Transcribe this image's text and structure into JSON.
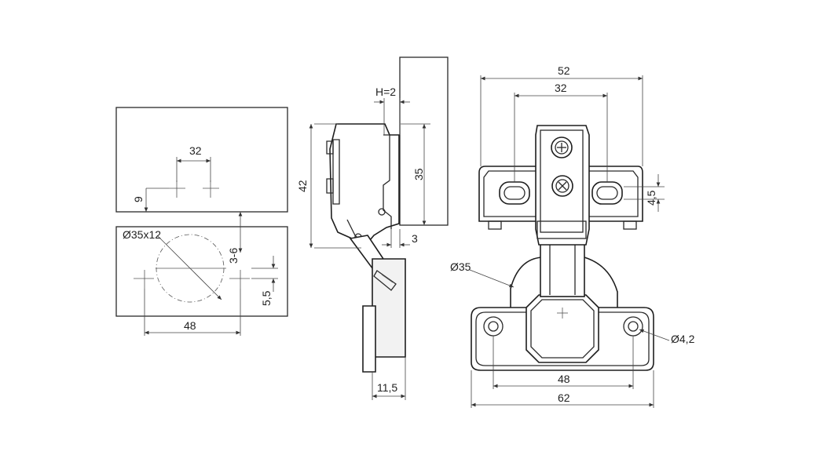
{
  "dimensions": {
    "drill_spacing_32": "32",
    "drill_offset_9": "9",
    "cup_hole": "Ø35x12",
    "edge_distance": "3-6",
    "screw_offset_5_5": "5,5",
    "screw_spacing_48": "48",
    "height_label": "H=2",
    "side_height_42": "42",
    "side_35": "35",
    "side_3": "3",
    "side_11_5": "11,5",
    "top_52": "52",
    "top_32": "32",
    "slot_4_5": "4,5",
    "cup_35": "Ø35",
    "hole_4_2": "Ø4,2",
    "base_48": "48",
    "base_62": "62"
  }
}
